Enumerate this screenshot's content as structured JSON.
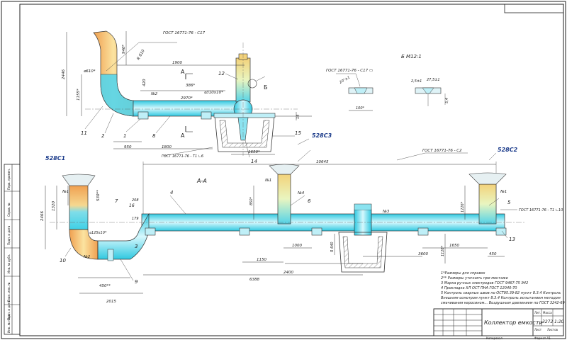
{
  "colors": {
    "pipe_cyan": "#46d7ec",
    "pipe_light": "#c8f4fb",
    "pipe_orange": "#f0a050",
    "pipe_yellow": "#f6e79a",
    "line": "#303030",
    "frame": "#222222"
  },
  "top_view": {
    "gost_main": "ГОСТ 16771-76 - С17",
    "dim_height_left": "2446",
    "dim_1155": "1155*",
    "dim_940": "940*",
    "dim_angle": "R 610",
    "diam_610": "⌀610*",
    "dim_1900": "1900",
    "dim_420": "420",
    "dim_386": "386*",
    "diam_weld": "⌀310x10*",
    "dim_2970": "2970*",
    "dim_950": "950",
    "dim_1800": "1800",
    "dim_1650": "1650*",
    "dim_4": "14",
    "weld_n2": "№2",
    "section_a_top": "А",
    "section_a_bottom": "А",
    "label_b": "Б",
    "gost_weld": "ГОСТ 16771-76 - Т1 ∟6",
    "n528c3": "528С3",
    "pos_11": "11",
    "pos_2": "2",
    "pos_1": "1",
    "pos_8": "8",
    "pos_12": "12",
    "pos_14": "14",
    "pos_15": "15"
  },
  "detail_b": {
    "title": "Б М12:1",
    "gost": "ГОСТ 16771-76 - С17 ▭",
    "dim_100": "100*",
    "dim_angle1": "2,5±1",
    "dim_angle2": "27,5±1",
    "dim_ang_left": "20°±1",
    "dim_side": "5,4"
  },
  "section_view": {
    "title": "А-А",
    "n528c1": "528С1",
    "n528c2": "528С2",
    "gost_c2": "ГОСТ 16771-76 - С2",
    "gost_t1": "ГОСТ 16771-76 - Т1 ∟10",
    "dim_10645": "10645",
    "dim_2466": "2466",
    "dim_1320": "1320",
    "dim_530": "530**",
    "dim_208": "208",
    "dim_179": "179",
    "dim_125": "⌀125x10*",
    "dim_1150": "1150",
    "dim_1000": "1000",
    "dim_2400": "2400",
    "dim_1650b": "1650",
    "dim_3600": "3600",
    "dim_450b": "450",
    "dim_450": "450**",
    "dim_2015": "2015",
    "dim_6388": "6388",
    "dim_850": "850*",
    "dim_1226": "1226*",
    "dim_1128": "1128*",
    "dim_r640": "R 640",
    "weld_n1": "№1",
    "weld_n2": "№2",
    "weld_n3": "№3",
    "weld_n4": "№4",
    "pos_4": "4",
    "pos_5": "5",
    "pos_6": "6",
    "pos_7": "7",
    "pos_9": "9",
    "pos_10": "10",
    "pos_13": "13",
    "pos_3": "3",
    "pos_16": "16"
  },
  "notes": [
    "1*Размеры для справок",
    "2** Размеры уточнить при монтаже",
    "3 Марка ручных электродов ГОСТ 9467-75 Э42",
    "4 Прокладка ХЛ ОСТ ПНА ГОСТ 12040-70",
    "5 Контроль сварных швов по ОСТ95.39-82 пункт 8.3.4 Контроль",
    "Внешним осмотром пункт 8.3.4 Контроль испытанием методом",
    "смачивания керосином... Воздушным давлением по ГОСТ 3242-69"
  ],
  "title_block": {
    "name": "Коллектор емкости",
    "code": "3272",
    "scale": "1:20",
    "lit": "Лит.",
    "mass": "Масса",
    "sheet": "Лист",
    "sheets": "Листов",
    "format": "Формат А1",
    "copied": "Копировал"
  },
  "side_stamp": {
    "a": "Перв. примен.",
    "b": "Справ. №",
    "c": "Подп. и дата",
    "d": "Инв. № дубл.",
    "e": "Взам. инв. №",
    "f": "Подп. и дата",
    "g": "Инв. № подл."
  }
}
